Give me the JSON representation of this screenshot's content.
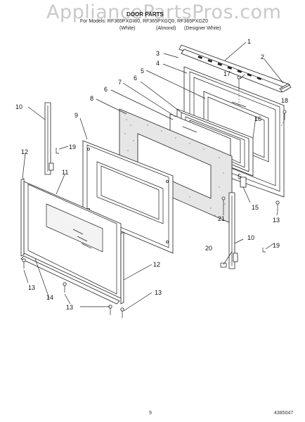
{
  "watermark": "AppliancePartsPros.com",
  "header": {
    "title": "DOOR PARTS",
    "models": "For Models: RF365PXGW0, RF365PXGQ0, RF365PXGZ0",
    "variant_white": "(White)",
    "variant_almond": "(Almond)",
    "variant_designer": "(Designer White)"
  },
  "footer": {
    "page_number": "9",
    "doc_number": "4385047"
  },
  "callouts": [
    {
      "id": "c1",
      "text": "1"
    },
    {
      "id": "c2",
      "text": "2"
    },
    {
      "id": "c3",
      "text": "3"
    },
    {
      "id": "c4",
      "text": "4"
    },
    {
      "id": "c5a",
      "text": "5"
    },
    {
      "id": "c5b",
      "text": "5"
    },
    {
      "id": "c6a",
      "text": "6"
    },
    {
      "id": "c6b",
      "text": "6"
    },
    {
      "id": "c7",
      "text": "7"
    },
    {
      "id": "c8",
      "text": "8"
    },
    {
      "id": "c9",
      "text": "9"
    },
    {
      "id": "c10a",
      "text": "10"
    },
    {
      "id": "c10b",
      "text": "10"
    },
    {
      "id": "c11",
      "text": "11"
    },
    {
      "id": "c12a",
      "text": "12"
    },
    {
      "id": "c12b",
      "text": "12"
    },
    {
      "id": "c13a",
      "text": "13"
    },
    {
      "id": "c13b",
      "text": "13"
    },
    {
      "id": "c13c",
      "text": "13"
    },
    {
      "id": "c13d",
      "text": "13"
    },
    {
      "id": "c14",
      "text": "14"
    },
    {
      "id": "c15",
      "text": "15"
    },
    {
      "id": "c16",
      "text": "16"
    },
    {
      "id": "c17",
      "text": "17"
    },
    {
      "id": "c18",
      "text": "18"
    },
    {
      "id": "c19a",
      "text": "19"
    },
    {
      "id": "c19b",
      "text": "19"
    },
    {
      "id": "c20",
      "text": "20"
    },
    {
      "id": "c21",
      "text": "21"
    }
  ]
}
